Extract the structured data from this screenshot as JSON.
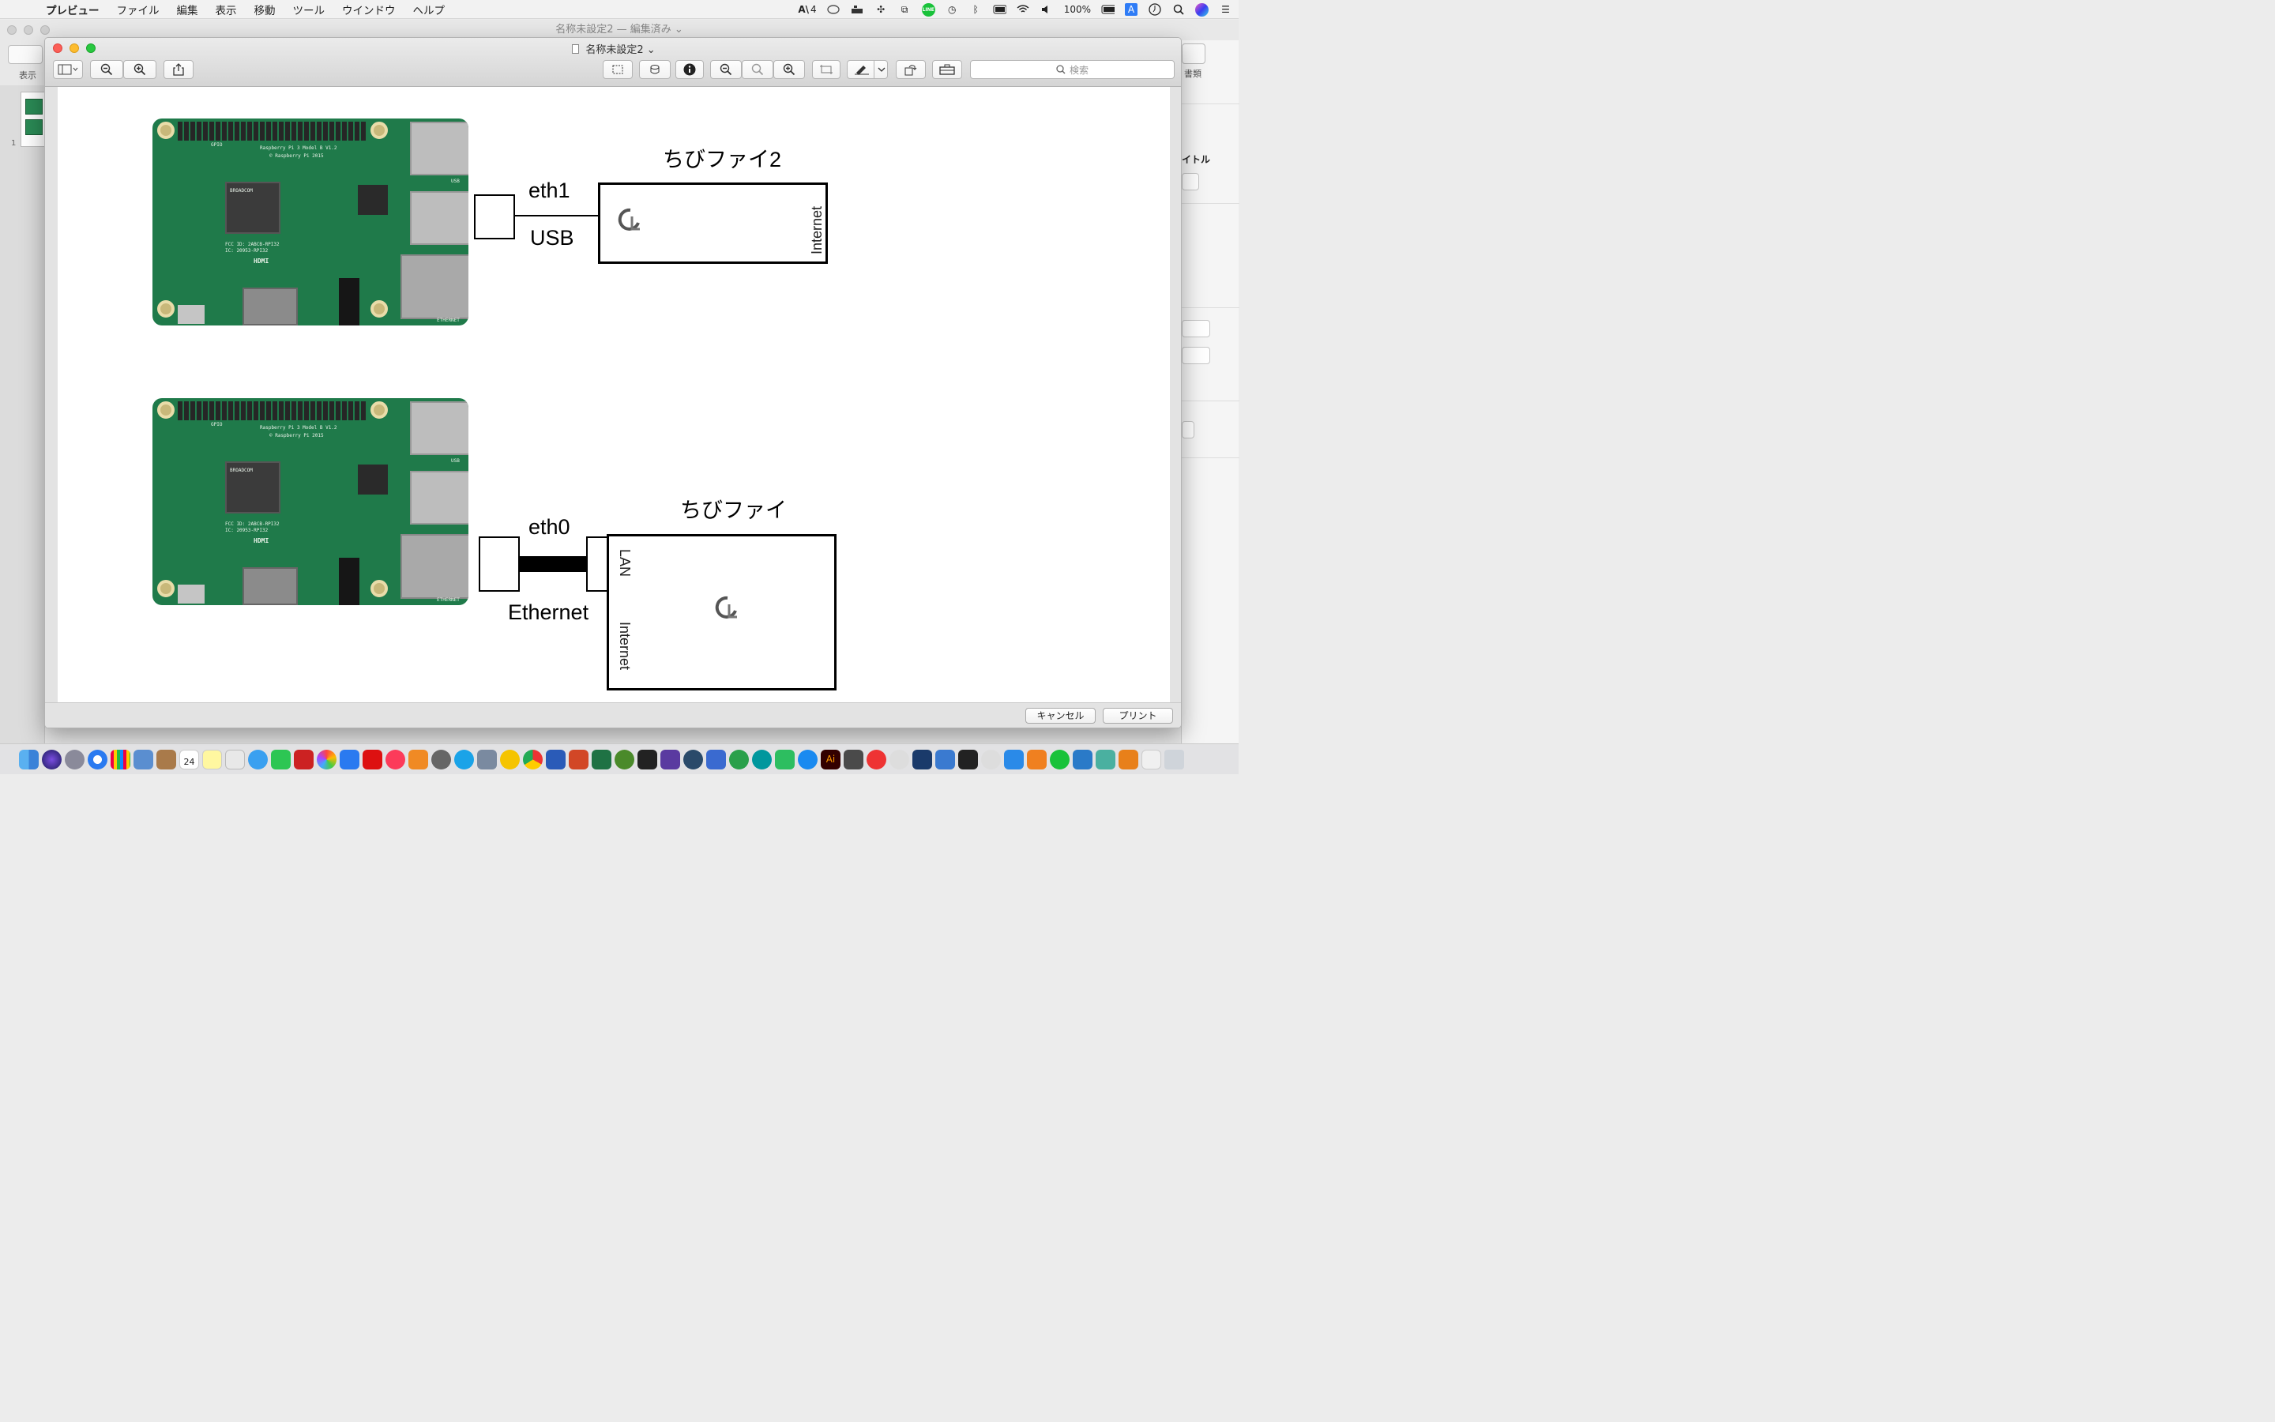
{
  "menubar": {
    "app_name": "プレビュー",
    "menus": [
      "ファイル",
      "編集",
      "表示",
      "移動",
      "ツール",
      "ウインドウ",
      "ヘルプ"
    ],
    "status_text": "4",
    "battery_text": "100%",
    "input_label": "A"
  },
  "back_window": {
    "title": "名称未設定2 — 編集済み ⌄",
    "view_label": "表示",
    "page_number": "1",
    "doc_label": "書類",
    "title_label": "イトル"
  },
  "main_window": {
    "title": "名称未設定2 ⌄",
    "search_placeholder": "検索",
    "cancel_label": "キャンセル",
    "print_label": "プリント"
  },
  "diagram": {
    "top": {
      "router_title": "ちびファイ2",
      "upper_label": "eth1",
      "lower_label": "USB",
      "port_label": "Internet"
    },
    "bottom": {
      "router_title": "ちびファイ",
      "upper_label": "eth0",
      "lower_label": "Ethernet",
      "lan_label": "LAN",
      "internet_label": "Internet"
    },
    "board_texts": {
      "model": "Raspberry Pi 3 Model B V1.2",
      "copyright": "© Raspberry Pi 2015",
      "fcc": "FCC ID: 2ABCB-RPI32",
      "ic": "IC: 20953-RPI32",
      "hdmi": "HDMI",
      "gpio": "GPIO",
      "usb": "USB",
      "ethernet": "ETHERNET",
      "broadcom": "BROADCOM"
    }
  },
  "dock": {
    "calendar_day": "24"
  },
  "colors": {
    "board_green": "#1f7a4a",
    "close": "#fc5f57",
    "minimize": "#fdbc2e",
    "zoom": "#28c840"
  }
}
